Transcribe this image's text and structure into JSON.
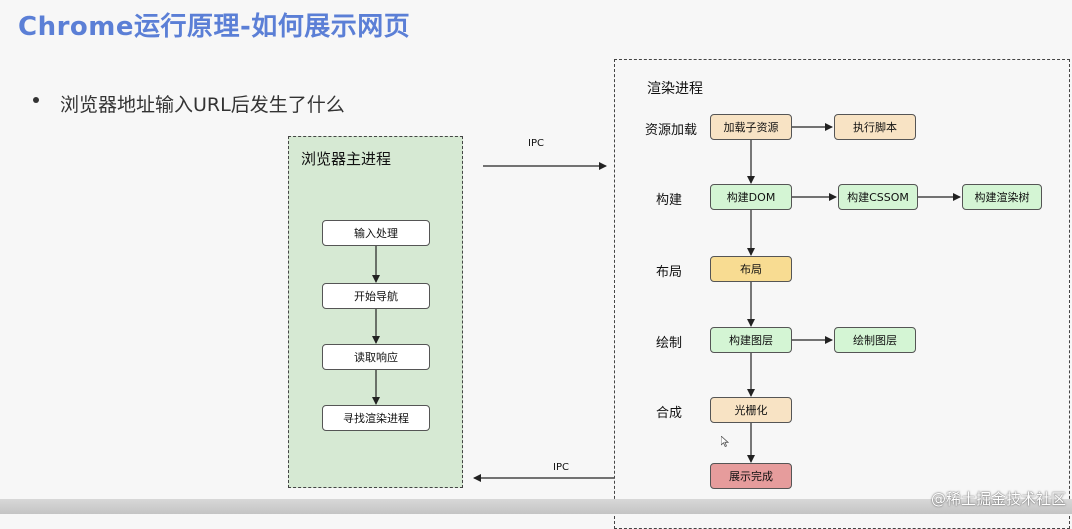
{
  "title": "Chrome运行原理-如何展示网页",
  "bullet": "浏览器地址输入URL后发生了什么",
  "browser_main": {
    "title": "浏览器主进程",
    "steps": [
      "输入处理",
      "开始导航",
      "读取响应",
      "寻找渲染进程"
    ]
  },
  "ipc_top": "IPC",
  "ipc_bottom": "IPC",
  "render": {
    "title": "渲染进程",
    "stages": {
      "load": "资源加载",
      "build": "构建",
      "layout": "布局",
      "paint": "绘制",
      "composite": "合成"
    },
    "nodes": {
      "load_sub": "加载子资源",
      "exec_script": "执行脚本",
      "build_dom": "构建DOM",
      "build_cssom": "构建CSSOM",
      "build_render_tree": "构建渲染树",
      "layout": "布局",
      "build_layers": "构建图层",
      "paint_layers": "绘制图层",
      "rasterize": "光栅化",
      "done": "展示完成"
    }
  },
  "watermark": "@稀土掘金技术社区"
}
